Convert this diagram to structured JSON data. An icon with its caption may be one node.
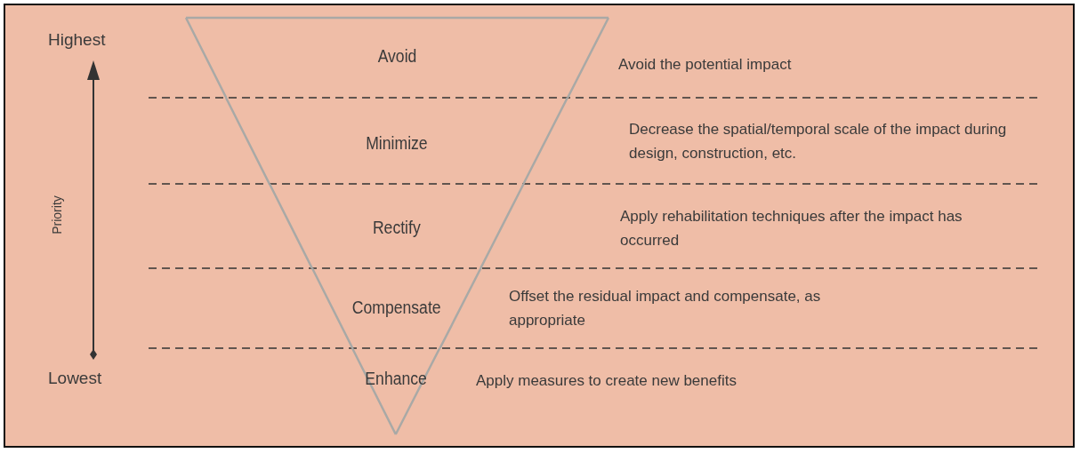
{
  "diagram": {
    "nodes": [
      {
        "text": [
          "Avoid"
        ]
      },
      {
        "text": [
          "Minimize"
        ]
      },
      {
        "text": [
          "Rectify"
        ]
      },
      {
        "text": [
          "Compensate"
        ]
      },
      {
        "text": [
          "Enhance"
        ]
      }
    ],
    "edges": [],
    "labels": [
      "Highest",
      "Avoid the potential impact",
      "Decrease the spatial/temporal scale of the impact during design, construction, etc.",
      "Priority",
      "Apply rehabilitation techniques after the impact has occurred",
      "Offset the residual impact and compensate, as appropriate",
      "Lowest",
      "Apply measures to create new benefits"
    ]
  }
}
